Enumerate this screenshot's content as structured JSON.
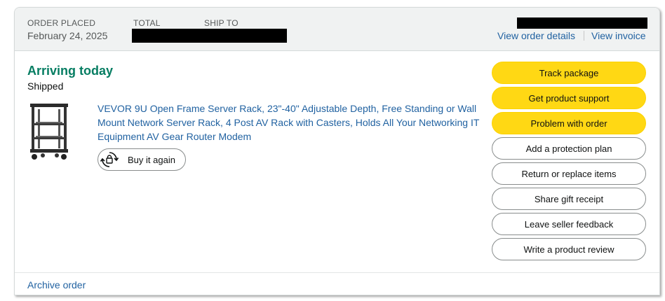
{
  "header": {
    "order_placed_label": "ORDER PLACED",
    "order_placed_value": "February 24, 2025",
    "total_label": "TOTAL",
    "ship_to_label": "SHIP TO",
    "view_order_details": "View order details",
    "view_invoice": "View invoice"
  },
  "shipment": {
    "status": "Arriving today",
    "substatus": "Shipped"
  },
  "item": {
    "title": "VEVOR 9U Open Frame Server Rack, 23\"-40\" Adjustable Depth, Free Standing or Wall Mount Network Server Rack, 4 Post AV Rack with Casters, Holds All Your Networking IT Equipment AV Gear Router Modem",
    "buy_again": "Buy it again"
  },
  "actions": [
    {
      "label": "Track package",
      "style": "primary"
    },
    {
      "label": "Get product support",
      "style": "primary"
    },
    {
      "label": "Problem with order",
      "style": "primary"
    },
    {
      "label": "Add a protection plan",
      "style": "secondary"
    },
    {
      "label": "Return or replace items",
      "style": "secondary"
    },
    {
      "label": "Share gift receipt",
      "style": "secondary"
    },
    {
      "label": "Leave seller feedback",
      "style": "secondary"
    },
    {
      "label": "Write a product review",
      "style": "secondary"
    }
  ],
  "footer": {
    "archive_order": "Archive order"
  },
  "colors": {
    "status_green": "#067d62",
    "link_blue": "#2162a1",
    "primary_button": "#ffd814",
    "header_bg": "#f0f2f2"
  }
}
